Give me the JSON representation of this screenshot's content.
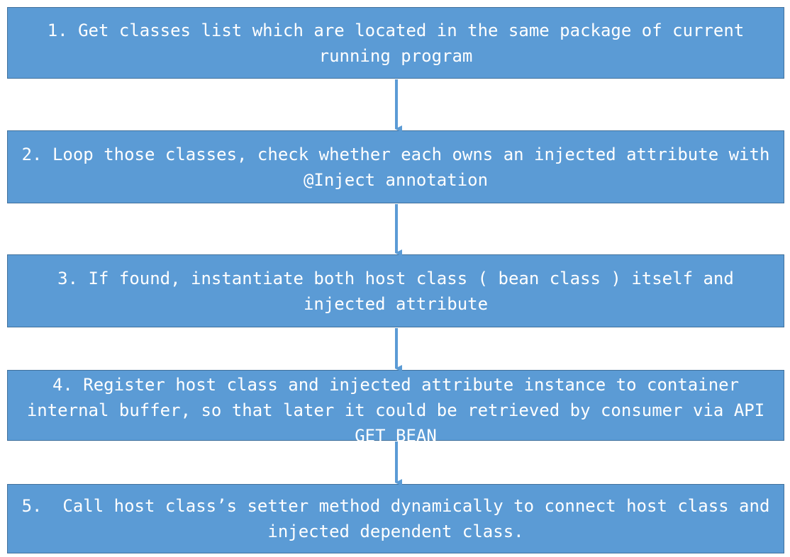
{
  "colors": {
    "box_fill": "#5B9BD5",
    "box_border": "#41719C",
    "text": "#FFFFFF",
    "arrow": "#5B9BD5"
  },
  "steps": [
    {
      "text": "1. Get classes list which are located in the same package of current running program"
    },
    {
      "text": "2. Loop those classes, check whether each owns an injected attribute with @Inject annotation"
    },
    {
      "text": "3. If found, instantiate both host class ( bean class ) itself and injected attribute"
    },
    {
      "text": "4. Register host class and injected attribute instance to container internal buffer, so that later it could be retrieved by consumer via API GET_BEAN"
    },
    {
      "text": "5.  Call host class’s setter method dynamically to connect host class and injected dependent class."
    }
  ]
}
